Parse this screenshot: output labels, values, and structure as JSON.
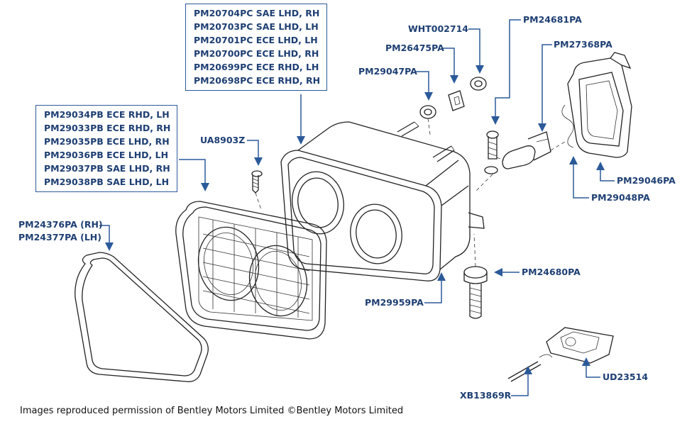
{
  "box_lamp_units": [
    "PM20704PC SAE LHD, RH",
    "PM20703PC SAE LHD, LH",
    "PM20701PC ECE LHD, LH",
    "PM20700PC ECE LHD, RH",
    "PM20699PC ECE RHD, LH",
    "PM20698PC ECE RHD, RH"
  ],
  "box_lenses": [
    "PM29034PB ECE RHD, LH",
    "PM29033PB ECE RHD, RH",
    "PM29035PB ECE LHD, RH",
    "PM29036PB ECE LHD, LH",
    "PM29037PB SAE LHD, RH",
    "PM29038PB SAE LHD, LH"
  ],
  "labels": {
    "screw": "UA8903Z",
    "gasket_rh": "PM24376PA (RH)",
    "gasket_lh": "PM24377PA (LH)",
    "nut_wht": "WHT002714",
    "clip": "PM26475PA",
    "nut": "PM29047PA",
    "bulb_small": "PM24681PA",
    "bulb": "PM27368PA",
    "cover_a": "PM29046PA",
    "cover_b": "PM29048PA",
    "bolt": "PM24680PA",
    "seal": "PM29959PA",
    "grommet": "UD23514",
    "wire": "XB13869R"
  },
  "caption": "Images reproduced permission of Bentley Motors Limited ©Bentley Motors Limited"
}
